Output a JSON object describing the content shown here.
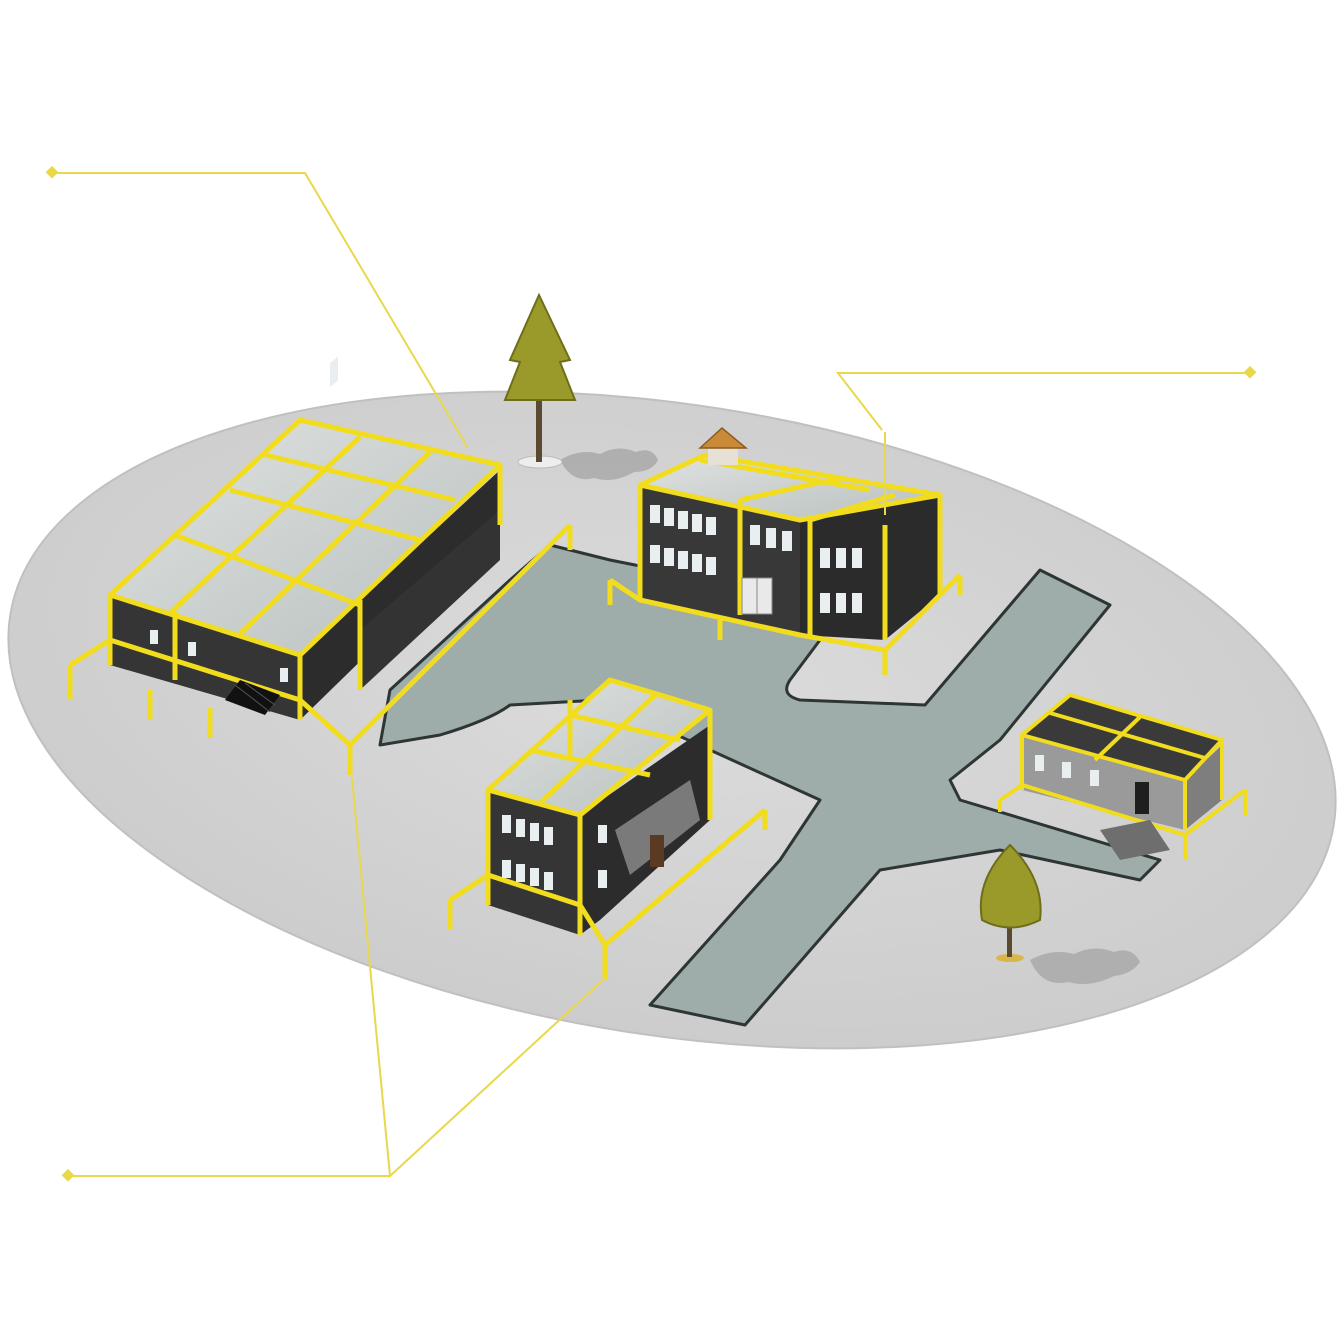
{
  "colors": {
    "page_bg": "#ffffff",
    "ground": "#d4d4d4",
    "ground_edge": "#bdbdbd",
    "road": "#9fadaa",
    "road_edge": "#2e3535",
    "building_wall": "#3b3b3b",
    "building_wall_dark": "#2a2a2a",
    "roof_glass": "#c5cbc9",
    "frame_yellow": "#f2dc1e",
    "callout_line": "#e8d84a",
    "window": "#e9eef0",
    "tree_foliage": "#9a9a2a",
    "tree_trunk": "#5b4a30",
    "shadow": "#a7a7a7",
    "gazebo_roof": "#c98a3a"
  },
  "icons": {
    "callout_marker": "diamond-marker-icon",
    "tree": "tree-icon",
    "solar_panel": "solar-panel-icon",
    "entrance_door": "door-icon"
  },
  "callouts": [
    {
      "id": "top-left",
      "target": "large-building"
    },
    {
      "id": "top-right",
      "target": "office-building"
    },
    {
      "id": "bottom-left",
      "target": "small-buildings"
    }
  ]
}
